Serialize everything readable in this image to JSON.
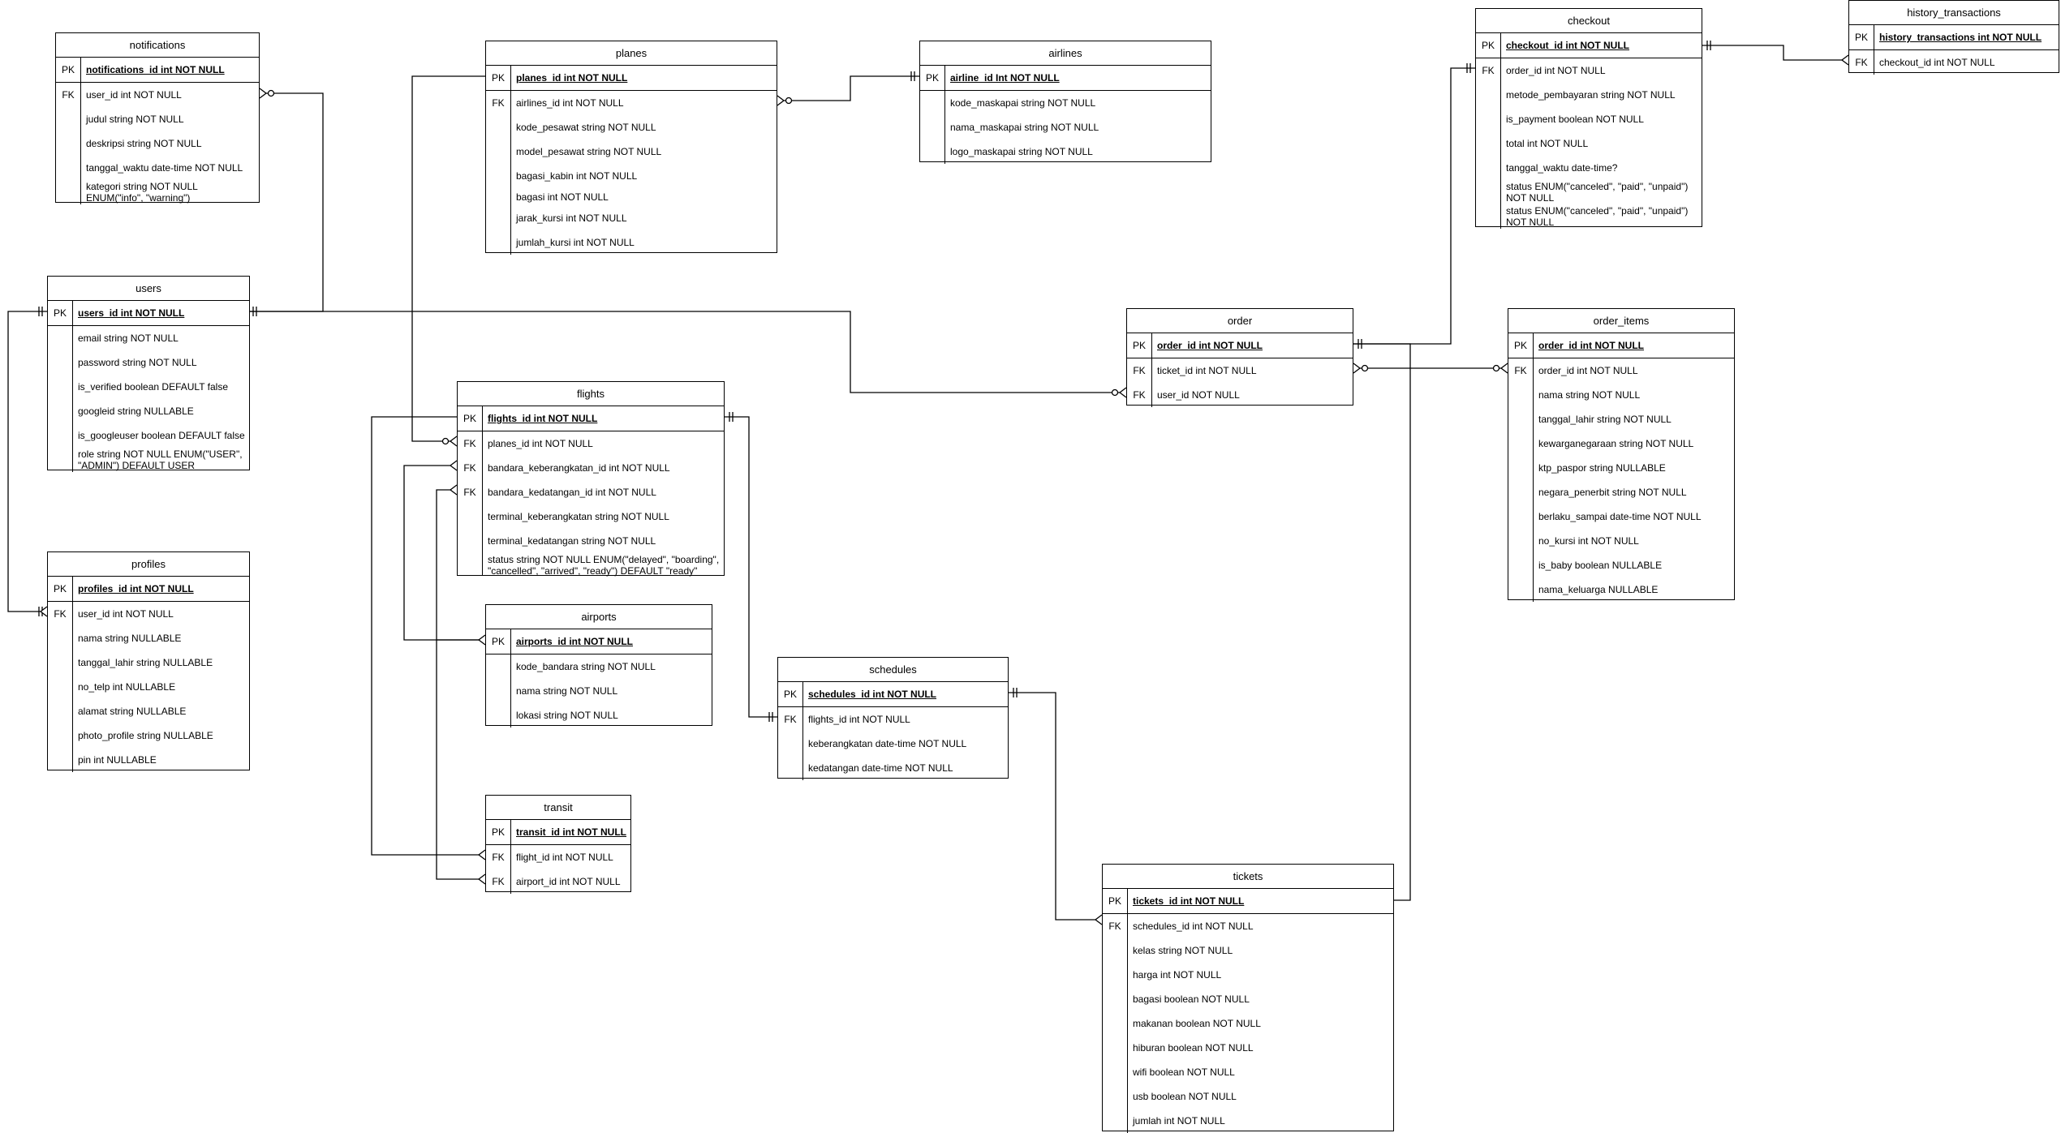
{
  "entities": {
    "notifications": {
      "title": "notifications",
      "pk": {
        "key": "PK",
        "label": "notifications_id int NOT NULL"
      },
      "rows": [
        {
          "key": "FK",
          "label": "user_id int NOT NULL"
        },
        {
          "key": "",
          "label": "judul string NOT NULL"
        },
        {
          "key": "",
          "label": "deskripsi string NOT NULL"
        },
        {
          "key": "",
          "label": "tanggal_waktu date-time NOT NULL"
        },
        {
          "key": "",
          "label": "kategori string NOT NULL ENUM(\"info\", \"warning\")"
        }
      ]
    },
    "users": {
      "title": "users",
      "pk": {
        "key": "PK",
        "label": "users_id int NOT NULL"
      },
      "rows": [
        {
          "key": "",
          "label": "email string NOT NULL"
        },
        {
          "key": "",
          "label": "password string NOT NULL"
        },
        {
          "key": "",
          "label": "is_verified boolean DEFAULT false"
        },
        {
          "key": "",
          "label": "googleid string NULLABLE"
        },
        {
          "key": "",
          "label": "is_googleuser boolean DEFAULT false"
        },
        {
          "key": "",
          "label": "role string NOT NULL ENUM(\"USER\", \"ADMIN\") DEFAULT USER"
        }
      ]
    },
    "profiles": {
      "title": "profiles",
      "pk": {
        "key": "PK",
        "label": "profiles_id int NOT NULL"
      },
      "rows": [
        {
          "key": "FK",
          "label": "user_id int NOT NULL"
        },
        {
          "key": "",
          "label": "nama string NULLABLE"
        },
        {
          "key": "",
          "label": "tanggal_lahir string NULLABLE"
        },
        {
          "key": "",
          "label": "no_telp int NULLABLE"
        },
        {
          "key": "",
          "label": "alamat string NULLABLE"
        },
        {
          "key": "",
          "label": "photo_profile string NULLABLE"
        },
        {
          "key": "",
          "label": "pin int NULLABLE"
        }
      ]
    },
    "planes": {
      "title": "planes",
      "pk": {
        "key": "PK",
        "label": "planes_id int NOT NULL"
      },
      "rows": [
        {
          "key": "FK",
          "label": "airlines_id int NOT NULL"
        },
        {
          "key": "",
          "label": "kode_pesawat string NOT NULL"
        },
        {
          "key": "",
          "label": "model_pesawat string NOT NULL"
        },
        {
          "key": "",
          "label": "bagasi_kabin int NOT NULL"
        },
        {
          "key": "",
          "label": "bagasi int NOT NULL"
        },
        {
          "key": "",
          "label": "jarak_kursi int NOT NULL"
        },
        {
          "key": "",
          "label": "jumlah_kursi int NOT NULL"
        }
      ]
    },
    "airlines": {
      "title": "airlines",
      "pk": {
        "key": "PK",
        "label": "airline_id Int NOT NULL"
      },
      "rows": [
        {
          "key": "",
          "label": "kode_maskapai string NOT NULL"
        },
        {
          "key": "",
          "label": "nama_maskapai string NOT NULL"
        },
        {
          "key": "",
          "label": "logo_maskapai string NOT NULL"
        }
      ]
    },
    "flights": {
      "title": "flights",
      "pk": {
        "key": "PK",
        "label": "flights_id int NOT NULL"
      },
      "rows": [
        {
          "key": "FK",
          "label": "planes_id int NOT NULL"
        },
        {
          "key": "FK",
          "label": "bandara_keberangkatan_id int NOT NULL"
        },
        {
          "key": "FK",
          "label": "bandara_kedatangan_id int NOT NULL"
        },
        {
          "key": "",
          "label": "terminal_keberangkatan string NOT NULL"
        },
        {
          "key": "",
          "label": "terminal_kedatangan string NOT NULL"
        },
        {
          "key": "",
          "label": "status string NOT NULL ENUM(\"delayed\", \"boarding\", \"cancelled\", \"arrived\", \"ready\") DEFAULT \"ready\""
        }
      ]
    },
    "airports": {
      "title": "airports",
      "pk": {
        "key": "PK",
        "label": "airports_id int NOT NULL"
      },
      "rows": [
        {
          "key": "",
          "label": "kode_bandara string NOT NULL"
        },
        {
          "key": "",
          "label": "nama string NOT NULL"
        },
        {
          "key": "",
          "label": "lokasi string NOT NULL"
        }
      ]
    },
    "transit": {
      "title": "transit",
      "pk": {
        "key": "PK",
        "label": "transit_id int NOT NULL"
      },
      "rows": [
        {
          "key": "FK",
          "label": "flight_id int NOT NULL"
        },
        {
          "key": "FK",
          "label": "airport_id int NOT NULL"
        }
      ]
    },
    "schedules": {
      "title": "schedules",
      "pk": {
        "key": "PK",
        "label": "schedules_id int NOT NULL"
      },
      "rows": [
        {
          "key": "FK",
          "label": "flights_id int NOT NULL"
        },
        {
          "key": "",
          "label": "keberangkatan date-time NOT NULL"
        },
        {
          "key": "",
          "label": "kedatangan date-time NOT NULL"
        }
      ]
    },
    "order": {
      "title": "order",
      "pk": {
        "key": "PK",
        "label": "order_id int NOT NULL"
      },
      "rows": [
        {
          "key": "FK",
          "label": "ticket_id int NOT NULL"
        },
        {
          "key": "FK",
          "label": "user_id NOT NULL"
        }
      ]
    },
    "tickets": {
      "title": "tickets",
      "pk": {
        "key": "PK",
        "label": "tickets_id int NOT NULL"
      },
      "rows": [
        {
          "key": "FK",
          "label": "schedules_id int NOT NULL"
        },
        {
          "key": "",
          "label": "kelas string NOT NULL"
        },
        {
          "key": "",
          "label": "harga int NOT NULL"
        },
        {
          "key": "",
          "label": "bagasi boolean NOT NULL"
        },
        {
          "key": "",
          "label": "makanan boolean NOT NULL"
        },
        {
          "key": "",
          "label": "hiburan boolean NOT NULL"
        },
        {
          "key": "",
          "label": "wifi boolean NOT NULL"
        },
        {
          "key": "",
          "label": "usb boolean NOT NULL"
        },
        {
          "key": "",
          "label": "jumlah int NOT NULL"
        }
      ]
    },
    "checkout": {
      "title": "checkout",
      "pk": {
        "key": "PK",
        "label": "checkout_id int NOT NULL"
      },
      "rows": [
        {
          "key": "FK",
          "label": "order_id int NOT NULL"
        },
        {
          "key": "",
          "label": "metode_pembayaran string NOT NULL"
        },
        {
          "key": "",
          "label": "is_payment boolean NOT NULL"
        },
        {
          "key": "",
          "label": "total int NOT NULL"
        },
        {
          "key": "",
          "label": "tanggal_waktu date-time?"
        },
        {
          "key": "",
          "label": "status ENUM(\"canceled\", \"paid\", \"unpaid\") NOT NULL"
        },
        {
          "key": "",
          "label": "status ENUM(\"canceled\", \"paid\", \"unpaid\") NOT NULL"
        }
      ]
    },
    "history_transactions": {
      "title": "history_transactions",
      "pk": {
        "key": "PK",
        "label": "history_transactions int NOT NULL"
      },
      "rows": [
        {
          "key": "FK",
          "label": "checkout_id int NOT NULL"
        }
      ]
    },
    "order_items": {
      "title": "order_items",
      "pk": {
        "key": "PK",
        "label": "order_id int NOT NULL"
      },
      "rows": [
        {
          "key": "FK",
          "label": "order_id int NOT NULL"
        },
        {
          "key": "",
          "label": "nama string NOT NULL"
        },
        {
          "key": "",
          "label": "tanggal_lahir string NOT NULL"
        },
        {
          "key": "",
          "label": "kewarganegaraan string NOT NULL"
        },
        {
          "key": "",
          "label": "ktp_paspor string NULLABLE"
        },
        {
          "key": "",
          "label": "negara_penerbit string NOT NULL"
        },
        {
          "key": "",
          "label": "berlaku_sampai date-time NOT NULL"
        },
        {
          "key": "",
          "label": "no_kursi int NOT NULL"
        },
        {
          "key": "",
          "label": "is_baby boolean NULLABLE"
        },
        {
          "key": "",
          "label": "nama_keluarga NULLABLE"
        }
      ]
    }
  }
}
